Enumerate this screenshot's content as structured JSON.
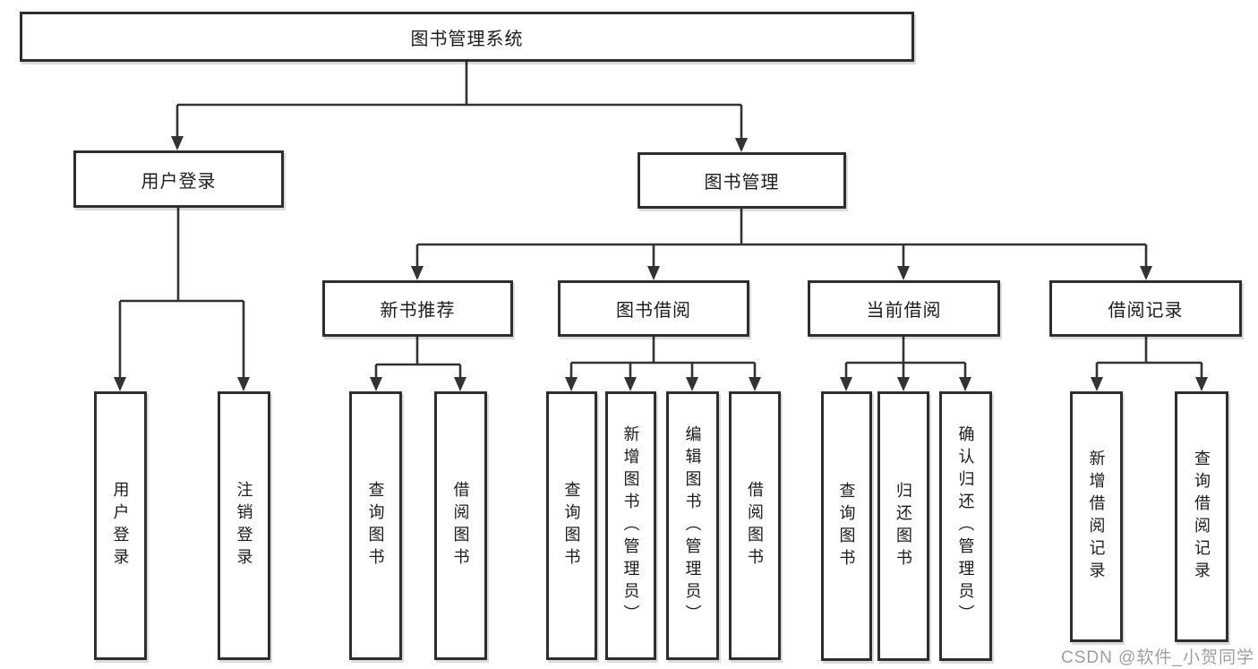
{
  "diagram": {
    "title": "图书管理系统",
    "type": "function-structure-tree",
    "nodes": {
      "root": "图书管理系统",
      "user_login": "用户登录",
      "book_management": "图书管理",
      "user_login_leaf": "用户登录",
      "logout_leaf": "注销登录",
      "new_book_recommend": "新书推荐",
      "book_borrowing": "图书借阅",
      "current_borrowing": "当前借阅",
      "borrowing_records": "借阅记录",
      "nbr_query_books": "查询图书",
      "nbr_borrow_books": "借阅图书",
      "bb_query_books": "查询图书",
      "bb_add_books_admin": "新增图书（管理员）",
      "bb_edit_books_admin": "编辑图书（管理员）",
      "bb_borrow_books": "借阅图书",
      "cb_query_books": "查询图书",
      "cb_return_books": "归还图书",
      "cb_confirm_return_admin": "确认归还（管理员）",
      "br_add_record": "新增借阅记录",
      "br_query_record": "查询借阅记录"
    },
    "edges": [
      [
        "图书管理系统",
        "用户登录"
      ],
      [
        "图书管理系统",
        "图书管理"
      ],
      [
        "用户登录",
        "用户登录"
      ],
      [
        "用户登录",
        "注销登录"
      ],
      [
        "图书管理",
        "新书推荐"
      ],
      [
        "图书管理",
        "图书借阅"
      ],
      [
        "图书管理",
        "当前借阅"
      ],
      [
        "图书管理",
        "借阅记录"
      ],
      [
        "新书推荐",
        "查询图书"
      ],
      [
        "新书推荐",
        "借阅图书"
      ],
      [
        "图书借阅",
        "查询图书"
      ],
      [
        "图书借阅",
        "新增图书（管理员）"
      ],
      [
        "图书借阅",
        "编辑图书（管理员）"
      ],
      [
        "图书借阅",
        "借阅图书"
      ],
      [
        "当前借阅",
        "查询图书"
      ],
      [
        "当前借阅",
        "归还图书"
      ],
      [
        "当前借阅",
        "确认归还（管理员）"
      ],
      [
        "借阅记录",
        "新增借阅记录"
      ],
      [
        "借阅记录",
        "查询借阅记录"
      ]
    ],
    "colors": {
      "box_border": "#2e2e2e",
      "connector": "#333333",
      "text": "#1c1c1c",
      "background": "#ffffff",
      "watermark": "#9e9e9e"
    }
  },
  "watermark": "CSDN @软件_小贺同学"
}
